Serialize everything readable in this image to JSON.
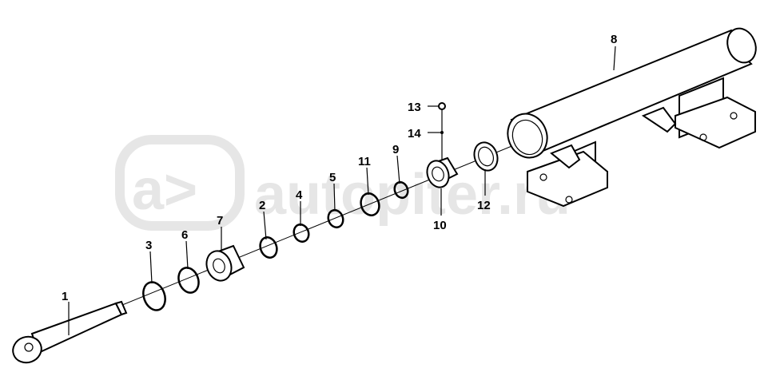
{
  "watermark": {
    "logo_text": "a>",
    "site_text": "autopiter.ru"
  },
  "callouts": [
    {
      "id": "1",
      "label": "1"
    },
    {
      "id": "2",
      "label": "2"
    },
    {
      "id": "3",
      "label": "3"
    },
    {
      "id": "4",
      "label": "4"
    },
    {
      "id": "5",
      "label": "5"
    },
    {
      "id": "6",
      "label": "6"
    },
    {
      "id": "7",
      "label": "7"
    },
    {
      "id": "8",
      "label": "8"
    },
    {
      "id": "9",
      "label": "9"
    },
    {
      "id": "10",
      "label": "10"
    },
    {
      "id": "11",
      "label": "11"
    },
    {
      "id": "12",
      "label": "12"
    },
    {
      "id": "13",
      "label": "13"
    },
    {
      "id": "14",
      "label": "14"
    }
  ]
}
